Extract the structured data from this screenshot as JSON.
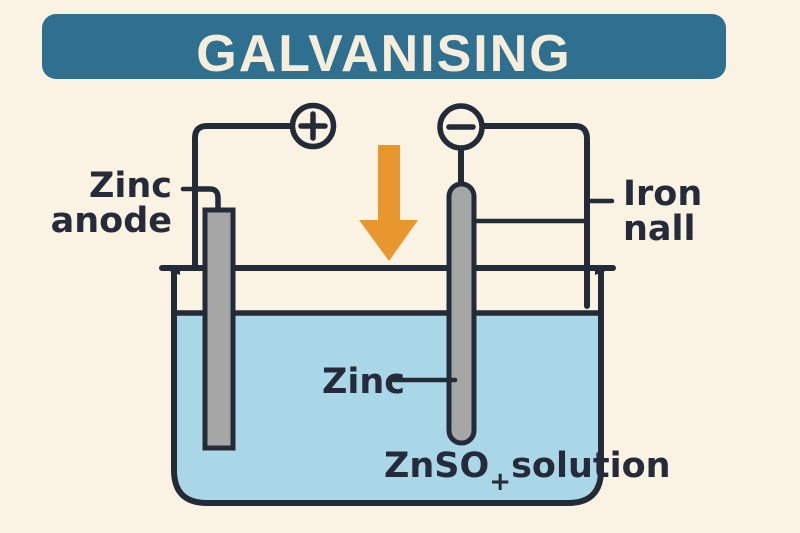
{
  "title": "GALVANISING",
  "labels": {
    "anode_line1": "Zinc",
    "anode_line2": "anode",
    "nail_line1": "Iron",
    "nail_line2": "nall",
    "coating": "Zinc",
    "solution_formula": "ZnSO",
    "solution_subscript": "+",
    "solution_suffix": "solution"
  },
  "terminals": {
    "positive": "+",
    "negative": "−"
  },
  "colors": {
    "background": "#FAF2E2",
    "banner": "#2F6F8F",
    "banner_text": "#F6EEDB",
    "outline": "#232A38",
    "electrode": "#A6A6A6",
    "solution": "#A9D7E8",
    "arrow": "#E8962E",
    "label_text": "#262B3B"
  }
}
